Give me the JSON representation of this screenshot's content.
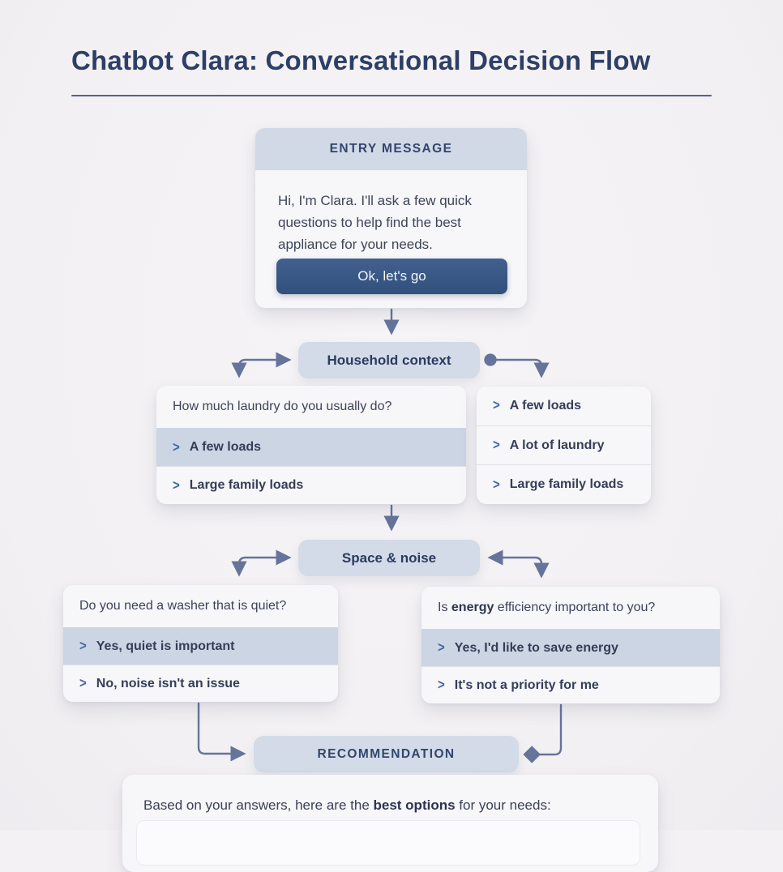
{
  "title": "Chatbot Clara: Conversational Decision Flow",
  "entry_card": {
    "header": "ENTRY MESSAGE",
    "message": "Hi, I'm Clara. I'll ask a few quick questions to help find the best appliance for your needs.",
    "button_label": "Ok, let's go"
  },
  "flow_nodes": {
    "household": "Household context",
    "space_noise": "Space & noise",
    "recommendation": "RECOMMENDATION"
  },
  "option_chevron": ">",
  "boxes": {
    "laundry_question": {
      "question": "How much laundry do you usually do?",
      "options": [
        {
          "label": "A few loads",
          "highlighted": true
        },
        {
          "label": "Large family loads",
          "highlighted": false
        }
      ]
    },
    "laundry_options": {
      "options": [
        {
          "label": "A few loads",
          "highlighted": false
        },
        {
          "label": "A lot of laundry",
          "highlighted": false
        },
        {
          "label": "Large family loads",
          "highlighted": false
        }
      ]
    },
    "quiet_question": {
      "question": "Do you need a washer that is quiet?",
      "options": [
        {
          "label": "Yes, quiet is important",
          "highlighted": true
        },
        {
          "label": "No, noise isn't an issue",
          "highlighted": false
        }
      ]
    },
    "energy_question": {
      "question_prefix": "Is ",
      "question_bold": "energy",
      "question_suffix": " efficiency important to you?",
      "options": [
        {
          "label": "Yes, I'd like to save energy",
          "highlighted": true
        },
        {
          "label": "It's not a priority for me",
          "highlighted": false
        }
      ]
    }
  },
  "result_card": {
    "text_prefix": "Based on your answers, here are the ",
    "text_bold": "best options",
    "text_suffix": " for your needs:"
  },
  "colors": {
    "title_text": "#2d3f66",
    "node_fill": "#d3dbe9",
    "highlight_fill": "#cbd5e4",
    "button_fill": "#35507c",
    "connector": "#64749b"
  }
}
